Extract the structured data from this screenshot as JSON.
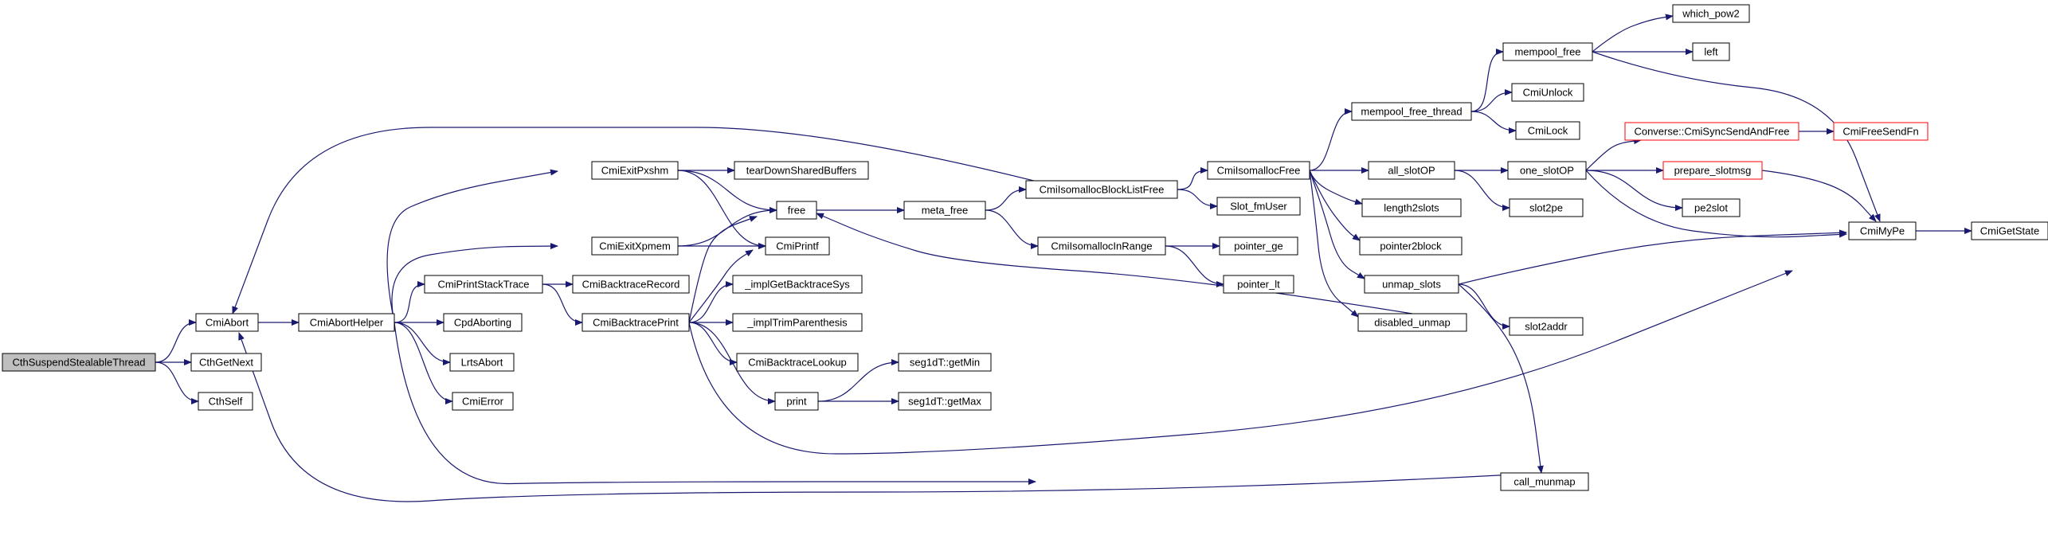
{
  "diagram": {
    "type": "call-graph",
    "root": "CthSuspendStealableThread",
    "colors": {
      "edge": "#191970",
      "node_border": "#000000",
      "root_fill": "#bfbfbf",
      "external_border": "#ff0000"
    },
    "nodes": {
      "CthSuspendStealableThread": "CthSuspendStealableThread",
      "CmiAbort": "CmiAbort",
      "CthGetNext": "CthGetNext",
      "CthSelf": "CthSelf",
      "CmiAbortHelper": "CmiAbortHelper",
      "CmiExitPxshm": "CmiExitPxshm",
      "CmiExitXpmem": "CmiExitXpmem",
      "CmiPrintStackTrace": "CmiPrintStackTrace",
      "CpdAborting": "CpdAborting",
      "LrtsAbort": "LrtsAbort",
      "CmiError": "CmiError",
      "tearDownSharedBuffers": "tearDownSharedBuffers",
      "free": "free",
      "CmiPrintf": "CmiPrintf",
      "CmiBacktraceRecord": "CmiBacktraceRecord",
      "CmiBacktracePrint": "CmiBacktracePrint",
      "_implGetBacktraceSys": "_implGetBacktraceSys",
      "_implTrimParenthesis": "_implTrimParenthesis",
      "CmiBacktraceLookup": "CmiBacktraceLookup",
      "print": "print",
      "seg1dT_getMin": "seg1dT::getMin",
      "seg1dT_getMax": "seg1dT::getMax",
      "meta_free": "meta_free",
      "CmiIsomallocBlockListFree": "CmiIsomallocBlockListFree",
      "CmiIsomallocInRange": "CmiIsomallocInRange",
      "pointer_ge": "pointer_ge",
      "pointer_lt": "pointer_lt",
      "CmiIsomallocFree": "CmiIsomallocFree",
      "Slot_fmUser": "Slot_fmUser",
      "mempool_free_thread": "mempool_free_thread",
      "mempool_free": "mempool_free",
      "which_pow2": "which_pow2",
      "left": "left",
      "CmiUnlock": "CmiUnlock",
      "CmiLock": "CmiLock",
      "all_slotOP": "all_slotOP",
      "one_slotOP": "one_slotOP",
      "slot2pe": "slot2pe",
      "length2slots": "length2slots",
      "pointer2block": "pointer2block",
      "unmap_slots": "unmap_slots",
      "slot2addr": "slot2addr",
      "disabled_unmap": "disabled_unmap",
      "call_munmap": "call_munmap",
      "CmiSyncSendAndFree": "Converse::CmiSyncSendAndFree",
      "CmiFreeSendFn": "CmiFreeSendFn",
      "prepare_slotmsg": "prepare_slotmsg",
      "pe2slot": "pe2slot",
      "CmiMyPe": "CmiMyPe",
      "CmiGetState": "CmiGetState"
    },
    "external_nodes": [
      "CmiSyncSendAndFree",
      "CmiFreeSendFn",
      "prepare_slotmsg"
    ],
    "edges": [
      [
        "CthSuspendStealableThread",
        "CmiAbort"
      ],
      [
        "CthSuspendStealableThread",
        "CthGetNext"
      ],
      [
        "CthSuspendStealableThread",
        "CthSelf"
      ],
      [
        "CmiAbort",
        "CmiAbortHelper"
      ],
      [
        "CmiAbortHelper",
        "CmiExitPxshm"
      ],
      [
        "CmiAbortHelper",
        "CmiExitXpmem"
      ],
      [
        "CmiAbortHelper",
        "CmiPrintStackTrace"
      ],
      [
        "CmiAbortHelper",
        "CpdAborting"
      ],
      [
        "CmiAbortHelper",
        "LrtsAbort"
      ],
      [
        "CmiAbortHelper",
        "CmiError"
      ],
      [
        "CmiAbortHelper",
        "call_munmap"
      ],
      [
        "CmiExitPxshm",
        "tearDownSharedBuffers"
      ],
      [
        "CmiExitPxshm",
        "free"
      ],
      [
        "CmiExitPxshm",
        "CmiPrintf"
      ],
      [
        "CmiExitXpmem",
        "free"
      ],
      [
        "CmiExitXpmem",
        "CmiPrintf"
      ],
      [
        "CmiPrintStackTrace",
        "CmiBacktraceRecord"
      ],
      [
        "CmiPrintStackTrace",
        "CmiBacktracePrint"
      ],
      [
        "CmiBacktracePrint",
        "free"
      ],
      [
        "CmiBacktracePrint",
        "CmiPrintf"
      ],
      [
        "CmiBacktracePrint",
        "_implGetBacktraceSys"
      ],
      [
        "CmiBacktracePrint",
        "_implTrimParenthesis"
      ],
      [
        "CmiBacktracePrint",
        "CmiBacktraceLookup"
      ],
      [
        "CmiBacktracePrint",
        "print"
      ],
      [
        "CmiBacktracePrint",
        "CmiMyPe"
      ],
      [
        "print",
        "seg1dT_getMin"
      ],
      [
        "print",
        "seg1dT_getMax"
      ],
      [
        "free",
        "meta_free"
      ],
      [
        "meta_free",
        "CmiIsomallocBlockListFree"
      ],
      [
        "meta_free",
        "CmiIsomallocInRange"
      ],
      [
        "CmiIsomallocBlockListFree",
        "CmiAbort"
      ],
      [
        "CmiIsomallocBlockListFree",
        "CmiIsomallocFree"
      ],
      [
        "CmiIsomallocBlockListFree",
        "Slot_fmUser"
      ],
      [
        "CmiIsomallocInRange",
        "pointer_ge"
      ],
      [
        "CmiIsomallocInRange",
        "pointer_lt"
      ],
      [
        "CmiIsomallocFree",
        "mempool_free_thread"
      ],
      [
        "CmiIsomallocFree",
        "all_slotOP"
      ],
      [
        "CmiIsomallocFree",
        "length2slots"
      ],
      [
        "CmiIsomallocFree",
        "pointer2block"
      ],
      [
        "CmiIsomallocFree",
        "unmap_slots"
      ],
      [
        "CmiIsomallocFree",
        "disabled_unmap"
      ],
      [
        "mempool_free_thread",
        "mempool_free"
      ],
      [
        "mempool_free_thread",
        "CmiUnlock"
      ],
      [
        "mempool_free_thread",
        "CmiLock"
      ],
      [
        "mempool_free",
        "which_pow2"
      ],
      [
        "mempool_free",
        "left"
      ],
      [
        "mempool_free",
        "CmiMyPe"
      ],
      [
        "all_slotOP",
        "one_slotOP"
      ],
      [
        "all_slotOP",
        "slot2pe"
      ],
      [
        "one_slotOP",
        "CmiSyncSendAndFree"
      ],
      [
        "one_slotOP",
        "prepare_slotmsg"
      ],
      [
        "one_slotOP",
        "pe2slot"
      ],
      [
        "one_slotOP",
        "CmiMyPe"
      ],
      [
        "CmiSyncSendAndFree",
        "CmiFreeSendFn"
      ],
      [
        "prepare_slotmsg",
        "CmiMyPe"
      ],
      [
        "unmap_slots",
        "slot2addr"
      ],
      [
        "unmap_slots",
        "call_munmap"
      ],
      [
        "unmap_slots",
        "CmiMyPe"
      ],
      [
        "disabled_unmap",
        "free"
      ],
      [
        "call_munmap",
        "CmiAbort"
      ],
      [
        "CmiMyPe",
        "CmiGetState"
      ]
    ]
  }
}
